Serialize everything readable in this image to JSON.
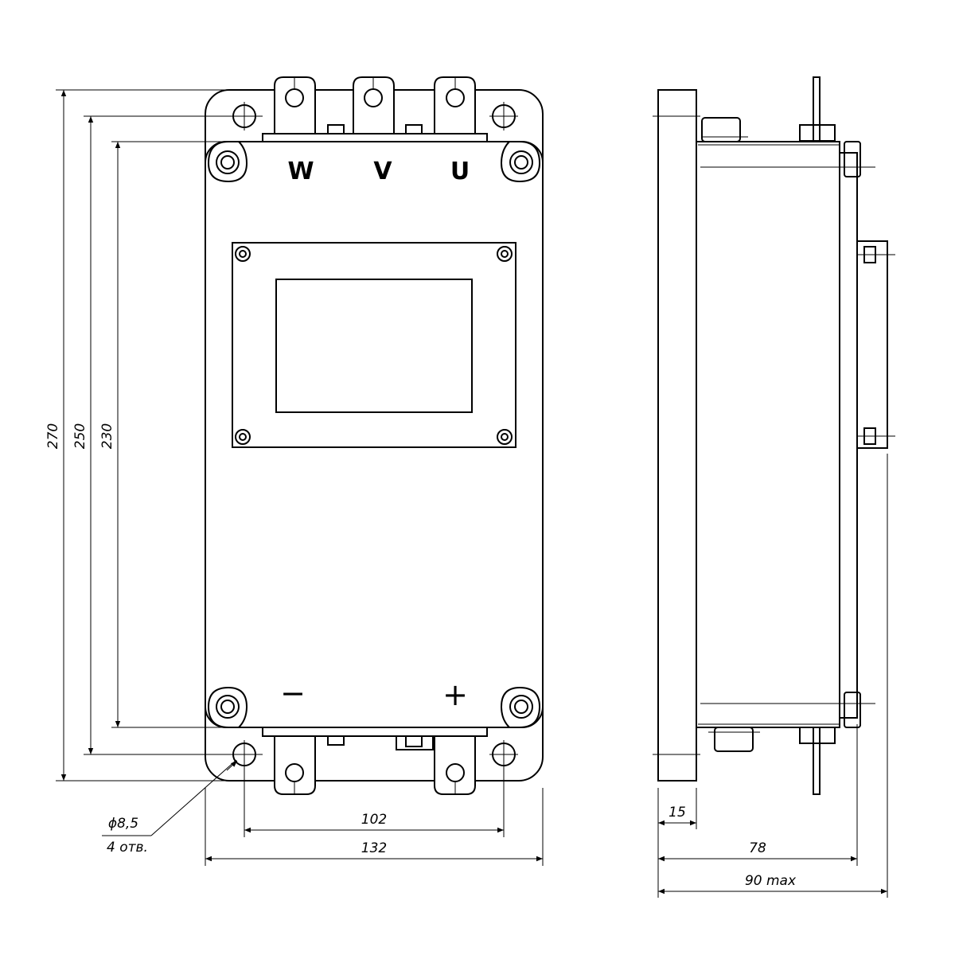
{
  "front_view": {
    "terminal_labels": {
      "w": "W",
      "v": "V",
      "u": "U"
    },
    "polarity_labels": {
      "minus": "−",
      "plus": "+"
    },
    "dimensions": {
      "overall_height": "270",
      "mount_height": "250",
      "inner_height": "230",
      "mount_width": "102",
      "overall_width": "132",
      "hole_diameter": "ϕ8,5",
      "hole_count": "4 отв."
    }
  },
  "side_view": {
    "dimensions": {
      "flange_thickness": "15",
      "body_depth": "78",
      "max_depth": "90 max"
    }
  }
}
